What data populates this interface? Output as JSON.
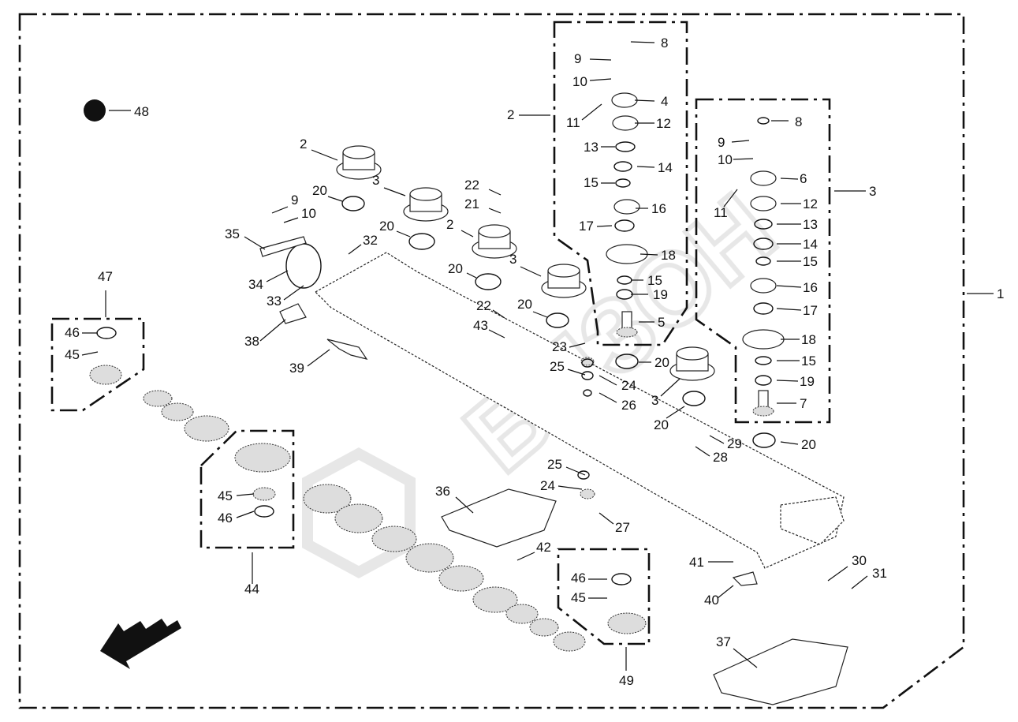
{
  "watermark": "БИЗОН",
  "corner_note": "",
  "colors": {
    "line": "#111111",
    "watermark": "#d8d8d8"
  },
  "callouts": [
    "48",
    "2",
    "20",
    "3",
    "9",
    "10",
    "35",
    "32",
    "20",
    "22",
    "21",
    "2",
    "20",
    "3",
    "34",
    "33",
    "38",
    "39",
    "22",
    "43",
    "20",
    "47",
    "46",
    "45",
    "23",
    "25",
    "24",
    "26",
    "20",
    "3",
    "20",
    "29",
    "28",
    "20",
    "8",
    "9",
    "10",
    "6",
    "11",
    "12",
    "13",
    "14",
    "15",
    "16",
    "17",
    "18",
    "15",
    "19",
    "7",
    "3",
    "1",
    "8",
    "9",
    "10",
    "4",
    "11",
    "12",
    "13",
    "14",
    "15",
    "16",
    "17",
    "18",
    "15",
    "19",
    "5",
    "2",
    "44",
    "45",
    "46",
    "36",
    "25",
    "24",
    "27",
    "42",
    "41",
    "40",
    "30",
    "31",
    "46",
    "45",
    "49",
    "37"
  ]
}
